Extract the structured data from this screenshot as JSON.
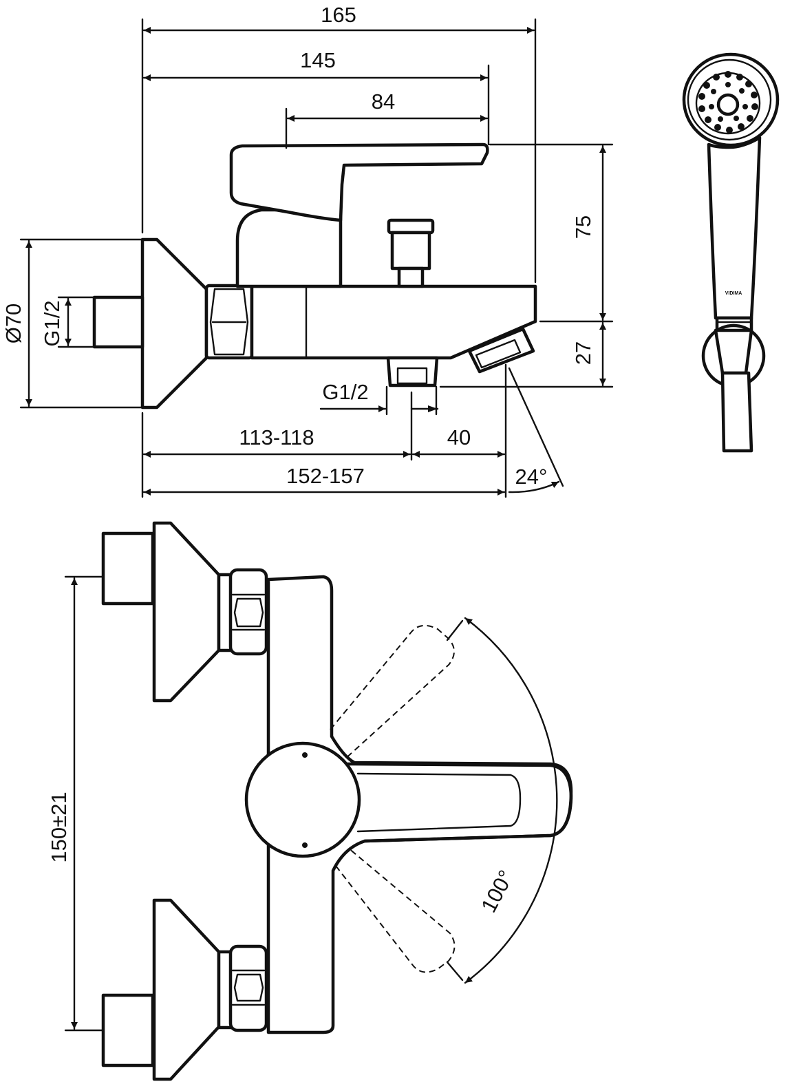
{
  "drawing": {
    "side_view": {
      "width_total": "165",
      "width_body": "145",
      "width_lever": "84",
      "height_top": "75",
      "height_bottom": "27",
      "flange_diameter": "Ø70",
      "inlet_thread": "G1/2",
      "outlet_thread": "G1/2",
      "projection_outlet": "113-118",
      "outlet_spacing": "40",
      "projection_total": "152-157",
      "spout_angle": "24°"
    },
    "top_view": {
      "inlet_spacing": "150±21",
      "lever_rotation": "100°"
    },
    "hand_shower": {
      "brand_mark": "VIDIMA"
    },
    "colors": {
      "line": "#111111",
      "background": "#ffffff"
    }
  }
}
